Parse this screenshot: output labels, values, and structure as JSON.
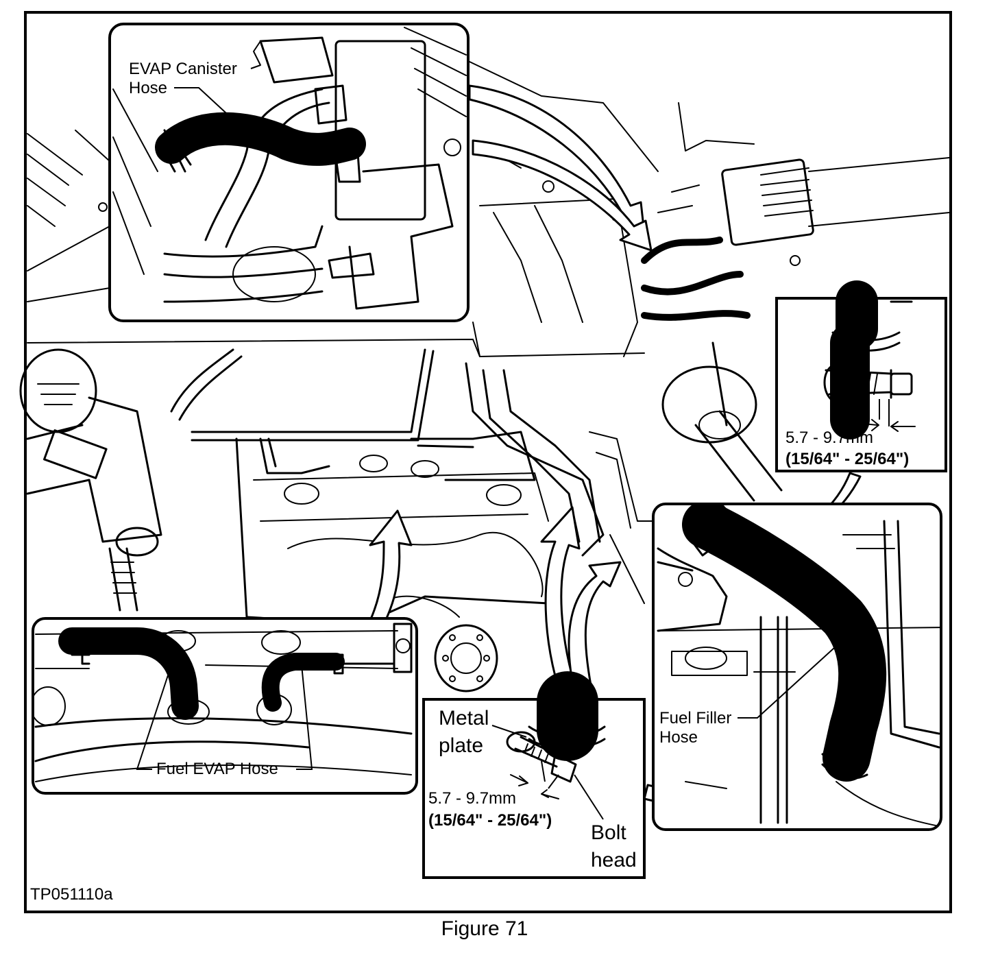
{
  "figure": {
    "caption": "Figure 71",
    "reference_code": "TP051110a"
  },
  "callouts": {
    "evap_canister_hose": {
      "line1": "EVAP Canister",
      "line2": "Hose"
    },
    "fuel_evap_hose": "Fuel EVAP Hose",
    "fuel_filler_hose": {
      "line1": "Fuel Filler",
      "line2": "Hose"
    }
  },
  "clamp_detail_upper": {
    "metric": "5.7 - 9.7mm",
    "imperial": "(15/64\" - 25/64\")"
  },
  "clamp_detail_lower": {
    "metal_plate": {
      "line1": "Metal",
      "line2": "plate"
    },
    "metric": "5.7 - 9.7mm",
    "imperial": "(15/64\" - 25/64\")",
    "bolt_head": {
      "line1": "Bolt",
      "line2": "head"
    }
  },
  "colors": {
    "ink": "#000000",
    "paper": "#ffffff"
  }
}
